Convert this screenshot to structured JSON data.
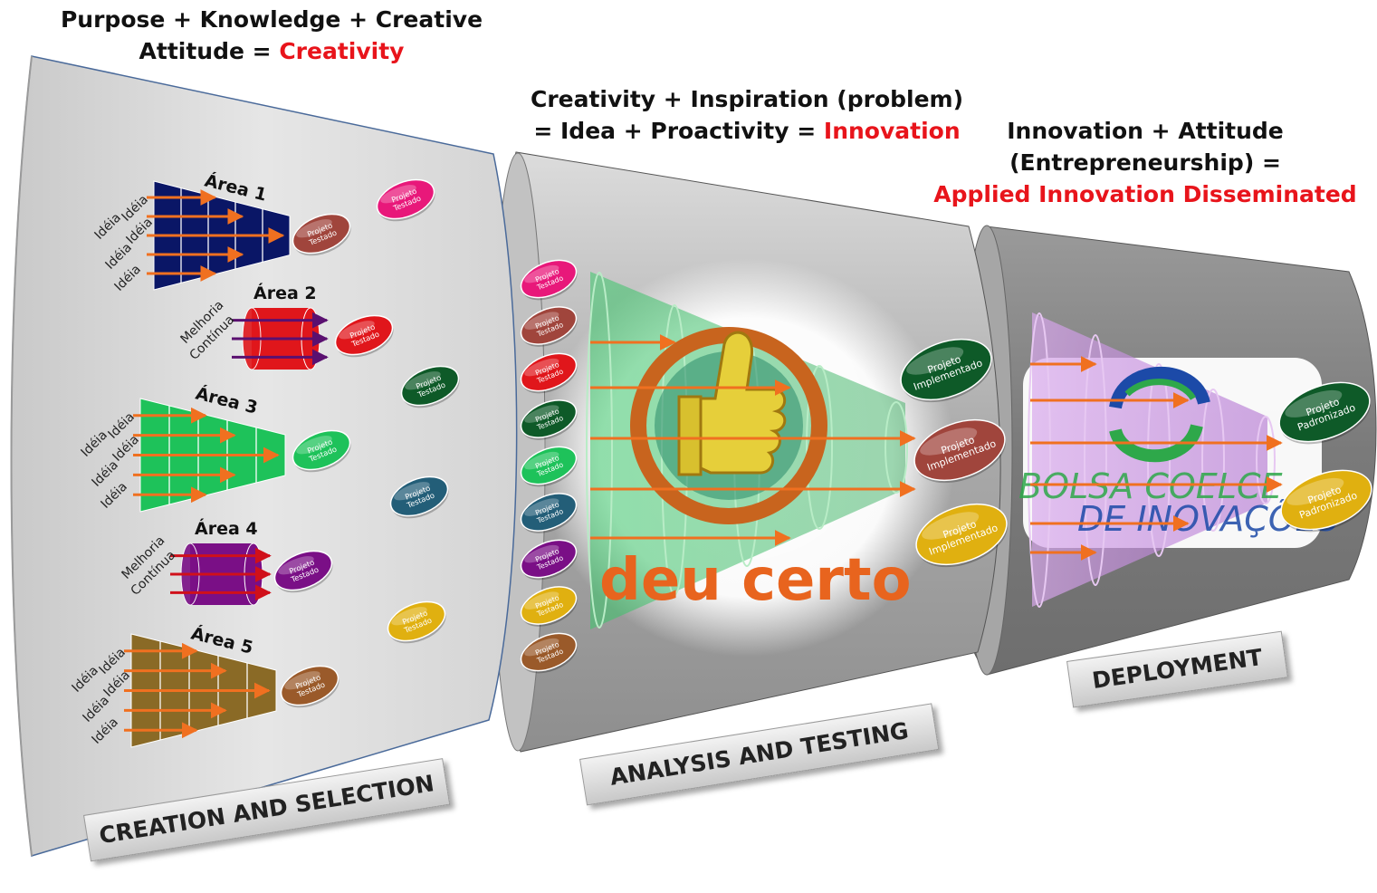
{
  "equations": {
    "creation": {
      "line1": "Purpose + Knowledge + Creative",
      "line2_prefix": "Attitude = ",
      "result": "Creativity"
    },
    "analysis": {
      "line1": "Creativity + Inspiration (problem)",
      "line2_prefix": "= Idea + Proactivity = ",
      "result": "Innovation"
    },
    "deployment": {
      "line1": "Innovation + Attitude",
      "line2": "(Entrepreneurship) =",
      "result": "Applied Innovation Disseminated"
    }
  },
  "stage_labels": {
    "creation": "CREATION AND SELECTION",
    "analysis": "ANALYSIS AND TESTING",
    "deployment": "DEPLOYMENT"
  },
  "areas": [
    {
      "title": "Área 1",
      "inputs": [
        "Idéia",
        "Idéia",
        "Idéia",
        "Idéia",
        "Idéia"
      ],
      "output": "Projeto Testado",
      "shape": "funnel",
      "color": "#0a1666",
      "output_color": "#a0453c"
    },
    {
      "title": "Área 2",
      "inputs": [
        "Melhoria",
        "Contínua"
      ],
      "output": "Projeto Testado",
      "shape": "cylinder",
      "color": "#e0161b",
      "output_color": "#e0161b"
    },
    {
      "title": "Área 3",
      "inputs": [
        "Idéia",
        "Idéia",
        "Idéia",
        "Idéia",
        "Idéia"
      ],
      "output": "Projeto Testado",
      "shape": "funnel",
      "color": "#1ec25a",
      "output_color": "#1ec25a"
    },
    {
      "title": "Área 4",
      "inputs": [
        "Melhoria",
        "Contínua"
      ],
      "output": "Projeto Testado",
      "shape": "cylinder",
      "color": "#7a0f86",
      "output_color": "#7a0f86"
    },
    {
      "title": "Área 5",
      "inputs": [
        "Idéia",
        "Idéia",
        "Idéia",
        "Idéia",
        "Idéia"
      ],
      "output": "Projeto Testado",
      "shape": "funnel",
      "color": "#8a6a26",
      "output_color": "#9a5a2a"
    }
  ],
  "loose_tested_projects": [
    {
      "label": "Projeto Testado",
      "color": "#e8187a"
    },
    {
      "label": "Projeto Testado",
      "color": "#0e5a28"
    },
    {
      "label": "Projeto Testado",
      "color": "#235e78"
    },
    {
      "label": "Projeto Testado",
      "color": "#e0b010"
    }
  ],
  "queue_projects": [
    {
      "label": "Projeto Testado",
      "color": "#e8187a"
    },
    {
      "label": "Projeto Testado",
      "color": "#a0453c"
    },
    {
      "label": "Projeto Testado",
      "color": "#e0161b"
    },
    {
      "label": "Projeto Testado",
      "color": "#0e5a28"
    },
    {
      "label": "Projeto Testado",
      "color": "#1ec25a"
    },
    {
      "label": "Projeto Testado",
      "color": "#235e78"
    },
    {
      "label": "Projeto Testado",
      "color": "#7a0f86"
    },
    {
      "label": "Projeto Testado",
      "color": "#e0b010"
    },
    {
      "label": "Projeto Testado",
      "color": "#9a5a2a"
    }
  ],
  "implemented_projects": [
    {
      "label": "Projeto Implementado",
      "color": "#0e5a28"
    },
    {
      "label": "Projeto Implementado",
      "color": "#a0453c"
    },
    {
      "label": "Projeto Implementado",
      "color": "#e0b010"
    }
  ],
  "standardized_projects": [
    {
      "label": "Projeto Padronizado",
      "color": "#0e5a28"
    },
    {
      "label": "Projeto Padronizado",
      "color": "#e0b010"
    }
  ],
  "logos": {
    "deu_certo": "deu certo",
    "bolsa_line1": "BOLSA COELCE",
    "bolsa_line2": "DE INOVAÇÕES"
  },
  "colors": {
    "highlight": "#e8141b",
    "arrow": "#f07020",
    "inner_funnel": "#2ec060",
    "deploy_funnel": "#c890e0",
    "logo_orange": "#e8641e",
    "bolsa_blue": "#1c4aa8",
    "bolsa_green": "#2ea84a"
  }
}
